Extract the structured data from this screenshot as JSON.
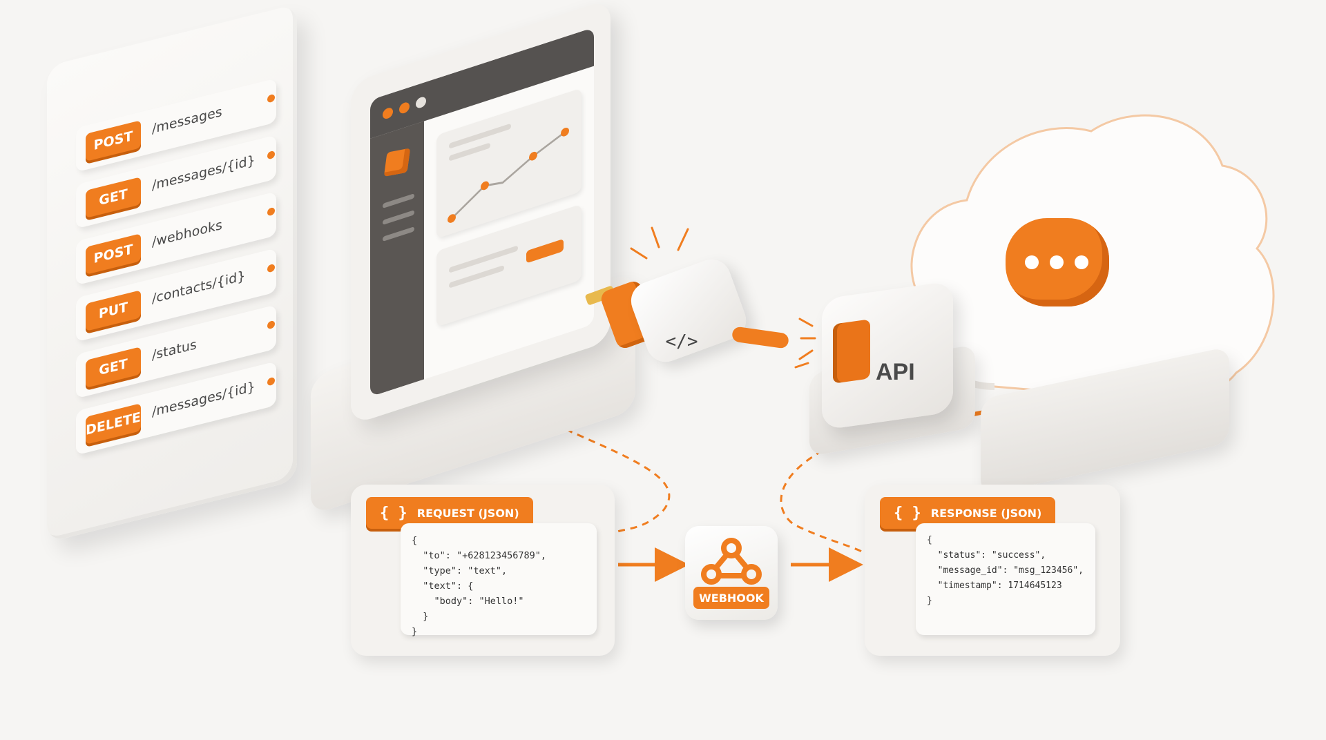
{
  "endpoints": [
    {
      "method": "POST",
      "path": "/messages"
    },
    {
      "method": "GET",
      "path": "/messages/{id}"
    },
    {
      "method": "POST",
      "path": "/webhooks"
    },
    {
      "method": "PUT",
      "path": "/contacts/{id}"
    },
    {
      "method": "GET",
      "path": "/status"
    },
    {
      "method": "DELETE",
      "path": "/messages/{id}"
    }
  ],
  "plug": {
    "code_glyph": "</>"
  },
  "api": {
    "label": "API"
  },
  "request": {
    "brace_icon": "{ }",
    "title": "REQUEST (JSON)",
    "body": "{\n  \"to\": \"+628123456789\",\n  \"type\": \"text\",\n  \"text\": {\n    \"body\": \"Hello!\"\n  }\n}"
  },
  "response": {
    "brace_icon": "{ }",
    "title": "RESPONSE (JSON)",
    "body": "{\n  \"status\": \"success\",\n  \"message_id\": \"msg_123456\",\n  \"timestamp\": 1714645123\n}"
  },
  "webhook": {
    "label": "WEBHOOK",
    "icon": "webhook-icon"
  },
  "colors": {
    "accent": "#f07d1f",
    "dark": "#555250",
    "surface": "#f4f2ef",
    "background": "#f6f5f3"
  },
  "icons": [
    "window-dot-icon",
    "cube-icon",
    "line-chart-icon",
    "code-icon",
    "plug-icon",
    "api-socket-icon",
    "cloud-icon",
    "chat-bubble-icon",
    "webhook-icon",
    "braces-icon"
  ]
}
